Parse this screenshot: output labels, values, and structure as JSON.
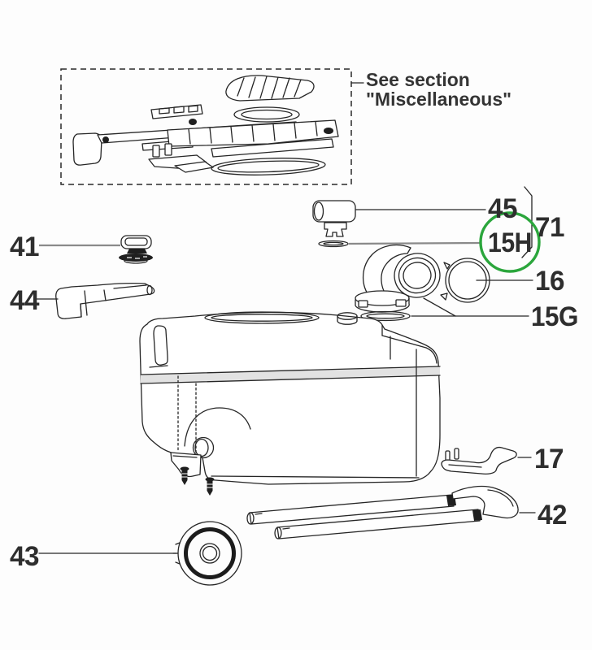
{
  "figure": {
    "kind": "exploded-parts-diagram",
    "note": {
      "line1": "See section",
      "line2": "\"Miscellaneous\""
    },
    "labels": {
      "p45": "45",
      "p71": "71",
      "p15H": "15H",
      "p16": "16",
      "p15G": "15G",
      "p41": "41",
      "p44": "44",
      "p17": "17",
      "p42": "42",
      "p43": "43"
    },
    "highlighted_part": "15H",
    "colors": {
      "highlight": "#2ba63c",
      "ink": "#262626",
      "leader_gray": "#8a8a8a",
      "background": "#fdfdfd"
    }
  }
}
